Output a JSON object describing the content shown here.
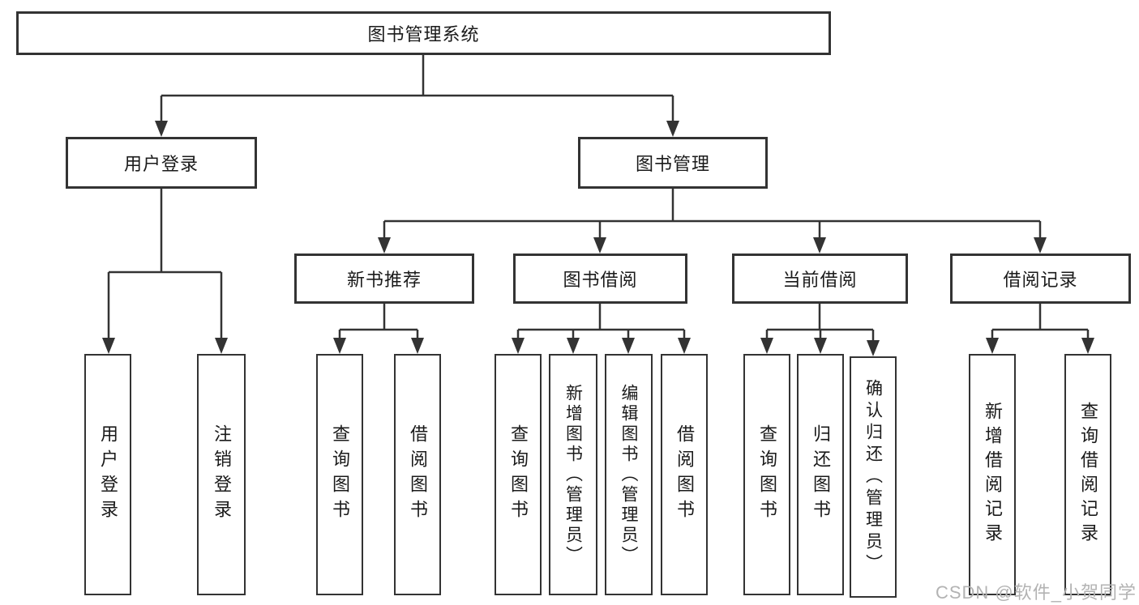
{
  "title": "图书管理系统",
  "watermark": "CSDN @软件_小贺同学",
  "colors": {
    "line": "#333333",
    "box_border": "#333333",
    "text": "#1a1a1a",
    "watermark": "#b3b3b3",
    "background": "#ffffff"
  },
  "tree": {
    "root": "图书管理系统",
    "branches": [
      {
        "label": "用户登录",
        "children": [
          {
            "label": "用户登录"
          },
          {
            "label": "注销登录"
          }
        ]
      },
      {
        "label": "图书管理",
        "children": [
          {
            "label": "新书推荐",
            "children": [
              {
                "label": "查询图书"
              },
              {
                "label": "借阅图书"
              }
            ]
          },
          {
            "label": "图书借阅",
            "children": [
              {
                "label": "查询图书"
              },
              {
                "label": "新增图书（管理员）"
              },
              {
                "label": "编辑图书（管理员）"
              },
              {
                "label": "借阅图书"
              }
            ]
          },
          {
            "label": "当前借阅",
            "children": [
              {
                "label": "查询图书"
              },
              {
                "label": "归还图书"
              },
              {
                "label": "确认归还（管理员）"
              }
            ]
          },
          {
            "label": "借阅记录",
            "children": [
              {
                "label": "新增借阅记录"
              },
              {
                "label": "查询借阅记录"
              }
            ]
          }
        ]
      }
    ]
  }
}
